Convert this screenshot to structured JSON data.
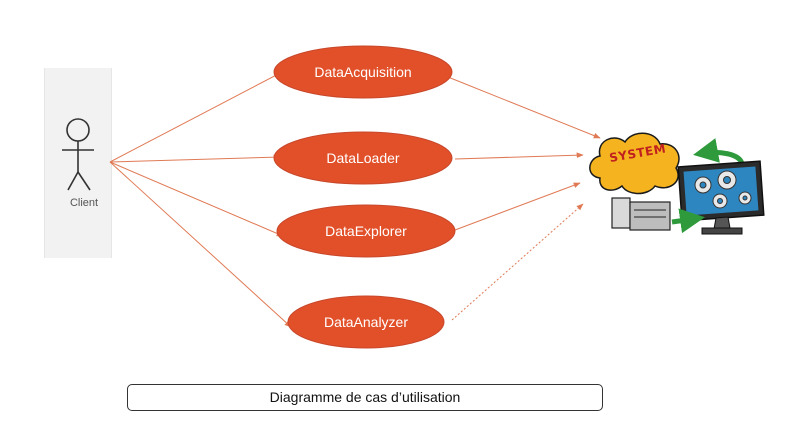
{
  "actor": {
    "label": "Client",
    "icon": "stick-figure-icon"
  },
  "use_cases": [
    {
      "label": "DataAcquisition"
    },
    {
      "label": "DataLoader"
    },
    {
      "label": "DataExplorer"
    },
    {
      "label": "DataAnalyzer"
    }
  ],
  "system": {
    "label": "SYSTEM",
    "icon": "system-computer-gears-icon"
  },
  "caption": "Diagramme de cas d’utilisation",
  "colors": {
    "use_case_fill": "#e2502a",
    "use_case_stroke": "#c8472a",
    "connector": "#e07a55",
    "cloud": "#f5b41f",
    "monitor_screen": "#2e86c1",
    "arrow_green": "#2e9a3c"
  }
}
